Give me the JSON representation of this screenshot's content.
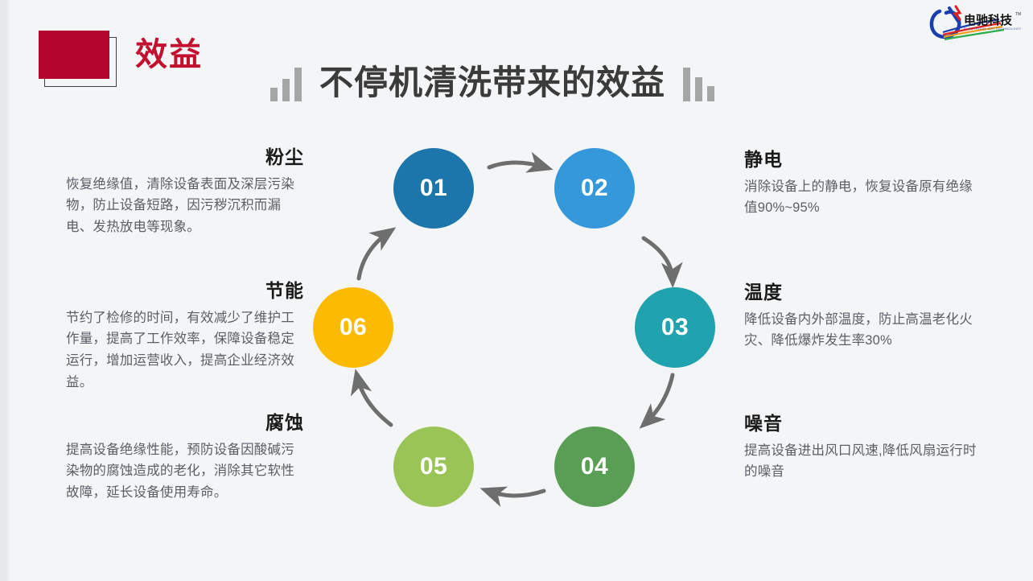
{
  "header": {
    "section_label": "效益",
    "main_title": "不停机清洗带来的效益",
    "badge_color": "#b3052d",
    "label_color": "#c4102f",
    "title_color": "#3b3b3b"
  },
  "logo": {
    "brand_cn": "电驰科技",
    "brand_en": "ELECTRICAL DRI TECHNOLOGY",
    "tm": "TM"
  },
  "diagram": {
    "nodes": [
      {
        "id": "01",
        "color": "#1c76ab",
        "topic": "粉尘"
      },
      {
        "id": "02",
        "color": "#3498db",
        "topic": "静电"
      },
      {
        "id": "03",
        "color": "#20a3ae",
        "topic": "温度"
      },
      {
        "id": "04",
        "color": "#5a9e55",
        "topic": "噪音"
      },
      {
        "id": "05",
        "color": "#9bc456",
        "topic": "腐蚀"
      },
      {
        "id": "06",
        "color": "#fcba00",
        "topic": "节能"
      }
    ],
    "arrow_color": "#6e6e6e"
  },
  "blocks": {
    "dust": {
      "title": "粉尘",
      "body": "恢复绝缘值，清除设备表面及深层污染物，防止设备短路，因污秽沉积而漏电、发热放电等现象。"
    },
    "energy": {
      "title": "节能",
      "body": "节约了检修的时间，有效减少了维护工作量，提高了工作效率，保障设备稳定运行，增加运营收入，提高企业经济效益。"
    },
    "corrosion": {
      "title": "腐蚀",
      "body": "提高设备绝缘性能，预防设备因酸碱污染物的腐蚀造成的老化，消除其它软性故障，延长设备使用寿命。"
    },
    "static": {
      "title": "静电",
      "body": "消除设备上的静电，恢复设备原有绝缘值90%~95%"
    },
    "temperature": {
      "title": "温度",
      "body": "降低设备内外部温度，防止高温老化火灾、降低爆炸发生率30%"
    },
    "noise": {
      "title": "噪音",
      "body": "提高设备进出风口风速,降低风扇运行时的噪音"
    }
  }
}
